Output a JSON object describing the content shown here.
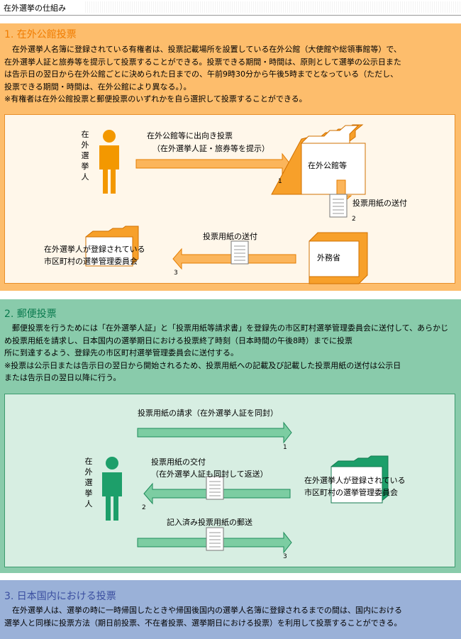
{
  "header": {
    "title": "在外選挙の仕組み"
  },
  "section1": {
    "title": "1. 在外公館投票",
    "body": "　在外選挙人名簿に登録されている有権者は、投票記載場所を設置している在外公館（大使館や総領事館等）で、\n在外選挙人証と旅券等を提示して投票することができる。投票できる期間・時間は、原則として選挙の公示日また\nは告示日の翌日から在外公館ごとに決められた日までの、午前9時30分から午後5時までとなっている（ただし、\n投票できる期間・時間は、在外公館により異なる。）。\n※有権者は在外公館投票と郵便投票のいずれかを自ら選択して投票することができる。",
    "diagram": {
      "voter_label": "在外選挙人",
      "arrow1_label_line1": "在外公館等に出向き投票",
      "arrow1_label_line2": "（在外選挙人証・旅券等を提示）",
      "arrow1_num": "1",
      "building1_label": "在外公館等",
      "arrow2_label": "投票用紙の送付",
      "arrow2_num": "2",
      "building2_label": "外務省",
      "arrow3_label": "投票用紙の送付",
      "arrow3_num": "3",
      "building3_label_line1": "在外選挙人が登録されている",
      "building3_label_line2": "市区町村の選挙管理委員会",
      "colors": {
        "figure": "#f39800",
        "arrow": "#fbb55b",
        "arrow_stroke": "#e47d00"
      }
    }
  },
  "section2": {
    "title": "2. 郵便投票",
    "body": "　郵便投票を行うためには「在外選挙人証」と「投票用紙等請求書」を登録先の市区町村選挙管理委員会に送付して、あらかじめ投票用紙を請求し、日本国内の選挙期日における投票終了時刻（日本時間の午後8時）までに投票\n所に到達するよう、登録先の市区町村選挙管理委員会に送付する。\n※投票は公示日または告示日の翌日から開始されるため、投票用紙への記載及び記載した投票用紙の送付は公示日\nまたは告示日の翌日以降に行う。",
    "diagram": {
      "voter_label": "在外選挙人",
      "arrow1_label": "投票用紙の請求（在外選挙人証を同封）",
      "arrow1_num": "1",
      "arrow2_label_line1": "投票用紙の交付",
      "arrow2_label_line2": "（在外選挙人証も同封して返送）",
      "arrow2_num": "2",
      "arrow3_label": "記入済み投票用紙の郵送",
      "arrow3_num": "3",
      "building_label_line1": "在外選挙人が登録されている",
      "building_label_line2": "市区町村の選挙管理委員会",
      "colors": {
        "figure": "#1d9f6a",
        "arrow": "#7ccda2",
        "arrow_stroke": "#1d8a5a"
      }
    }
  },
  "section3": {
    "title": "3. 日本国内における投票",
    "body": "　在外選挙人は、選挙の時に一時帰国したときや帰国後国内の選挙人名簿に登録されるまでの間は、国内における\n選挙人と同様に投票方法（期日前投票、不在者投票、選挙期日における投票）を利用して投票することができる。"
  }
}
